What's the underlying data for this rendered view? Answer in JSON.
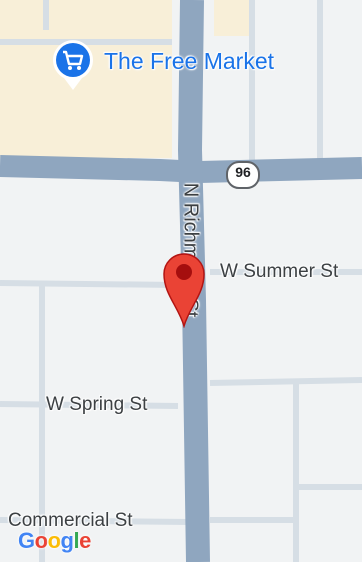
{
  "poi": {
    "name": "The Free Market",
    "icon": "shopping-cart-icon",
    "color": "#1a73e8"
  },
  "route": {
    "number": "96"
  },
  "streets": {
    "main_vertical": "N Richmond St",
    "summer": "W Summer St",
    "spring": "W Spring St",
    "commercial": "Commercial St"
  },
  "marker": {
    "icon": "map-pin-icon",
    "color": "#ea4335"
  },
  "brand": {
    "letters": [
      "G",
      "o",
      "o",
      "g",
      "l",
      "e"
    ],
    "colors": [
      "#4285f4",
      "#ea4335",
      "#fbbc05",
      "#4285f4",
      "#34a853",
      "#ea4335"
    ]
  }
}
